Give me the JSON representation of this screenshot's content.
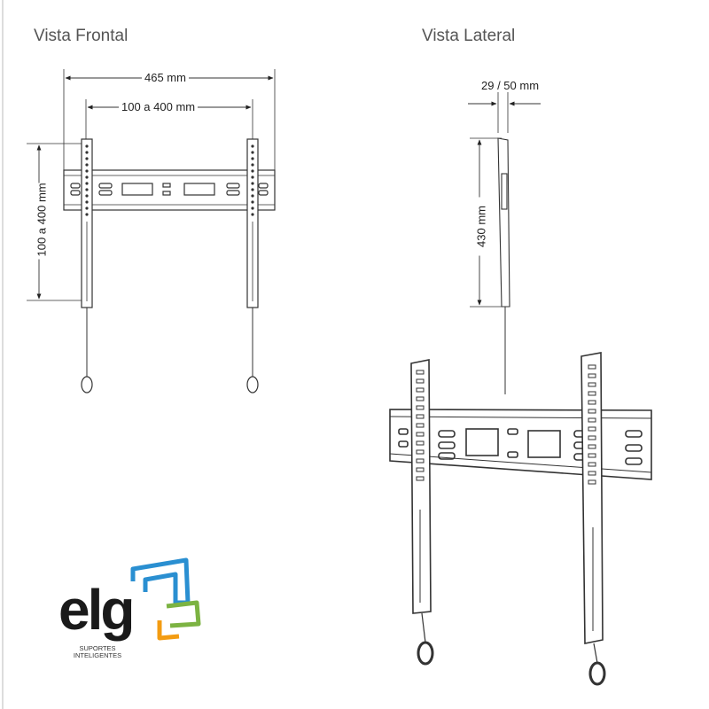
{
  "views": {
    "front_title": "Vista Frontal",
    "side_title": "Vista Lateral"
  },
  "dimensions": {
    "overall_width": "465 mm",
    "vesa_horizontal": "100 a 400 mm",
    "vesa_vertical": "100 a 400 mm",
    "depth": "29 / 50 mm",
    "height": "430 mm"
  },
  "logo": {
    "word": "elg",
    "tagline_line1": "SUPORTES",
    "tagline_line2": "INTELIGENTES",
    "colors": {
      "blue": "#2a8fd1",
      "green": "#7cb342",
      "orange": "#f39c12"
    }
  }
}
